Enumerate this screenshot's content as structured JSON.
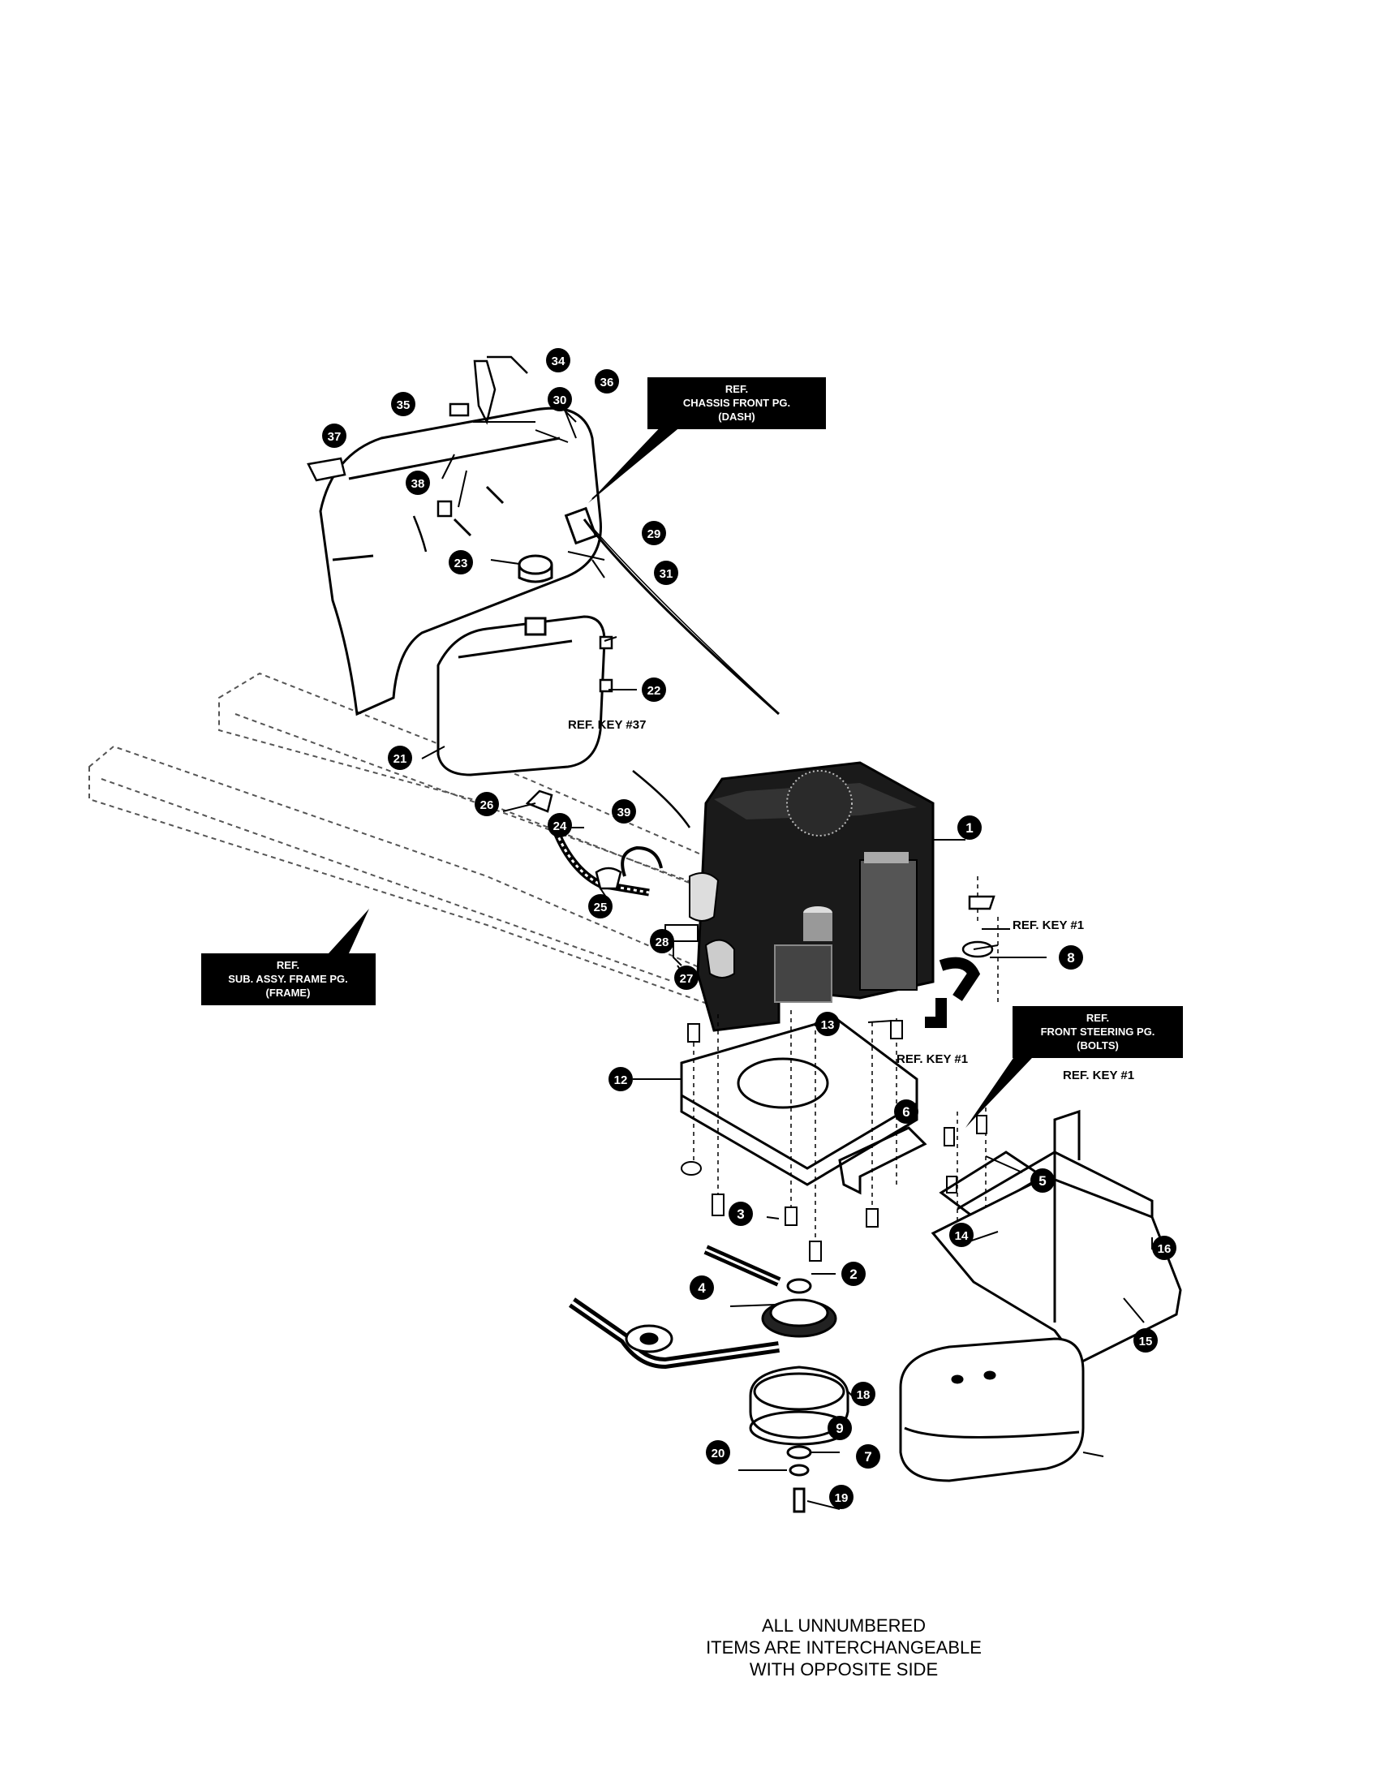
{
  "key_numbers": [
    "1",
    "2",
    "3",
    "4",
    "5",
    "6",
    "7",
    "8",
    "9",
    "12",
    "13",
    "14",
    "15",
    "16",
    "18",
    "19",
    "20",
    "21",
    "22",
    "23",
    "24",
    "25",
    "26",
    "27",
    "28",
    "29",
    "30",
    "31",
    "34",
    "35",
    "36",
    "37",
    "38",
    "39"
  ],
  "ref_boxes": [
    {
      "lines": [
        "REF.",
        "CHASSIS FRONT PG.",
        "(DASH)"
      ]
    },
    {
      "lines": [
        "REF.",
        "SUB. ASSY. FRAME PG.",
        "(FRAME)"
      ]
    },
    {
      "lines": [
        "REF.",
        "FRONT STEERING PG.",
        "(BOLTS)"
      ]
    }
  ],
  "ref_texts": [
    "REF. KEY #37",
    "REF. KEY #1",
    "REF. KEY #1",
    "REF. KEY #1"
  ],
  "footnote": [
    "ALL UNNUMBERED",
    "ITEMS ARE INTERCHANGEABLE",
    "WITH OPPOSITE SIDE"
  ],
  "colors": {
    "ink": "#000000",
    "paper": "#ffffff",
    "shade": "#777777"
  }
}
